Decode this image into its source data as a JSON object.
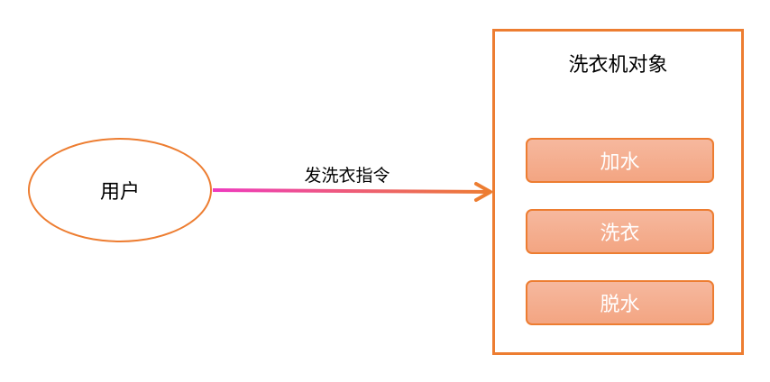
{
  "user": {
    "label": "用户"
  },
  "arrow": {
    "label": "发洗衣指令"
  },
  "object": {
    "title": "洗衣机对象",
    "methods": [
      "加水",
      "洗衣",
      "脱水"
    ]
  },
  "colors": {
    "accent": "#ED7D31",
    "arrow_start": "#EE3ABF",
    "arrow_end": "#ED7D31"
  }
}
